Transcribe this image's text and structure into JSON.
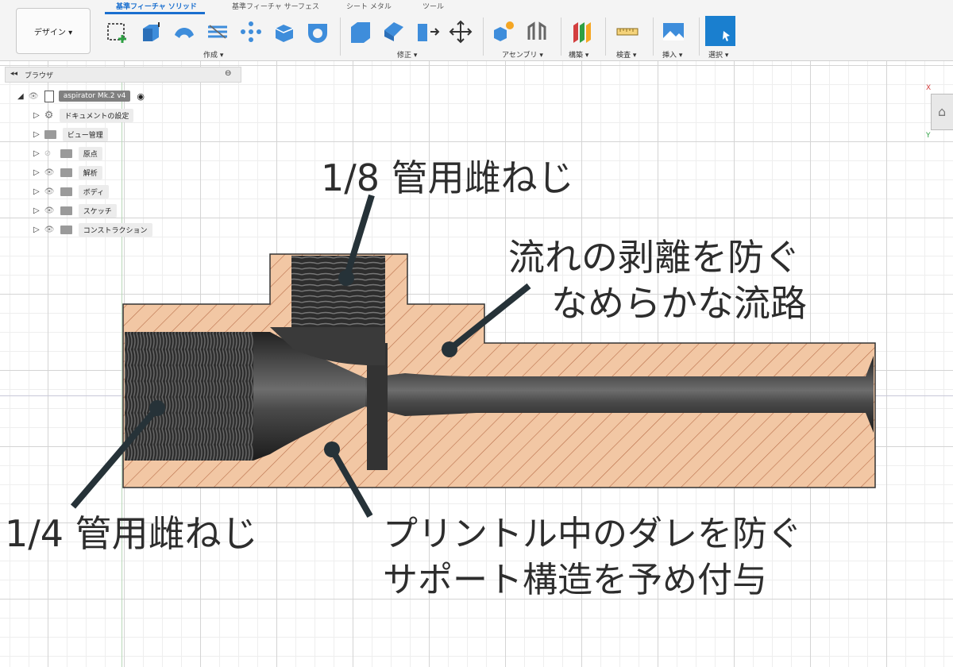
{
  "toolbar": {
    "workspace_label": "デザイン ▾",
    "tabs": [
      "基準フィーチャ ソリッド",
      "基準フィーチャ サーフェス",
      "シート メタル",
      "ツール"
    ],
    "groups": [
      "作成 ▾",
      "修正 ▾",
      "アセンブリ ▾",
      "構築 ▾",
      "検査 ▾",
      "挿入 ▾",
      "選択 ▾"
    ]
  },
  "browser": {
    "title": "ブラウザ",
    "root": "aspirator Mk.2 v4",
    "items": [
      "ドキュメントの設定",
      "ビュー管理",
      "原点",
      "解析",
      "ボディ",
      "スケッチ",
      "コンストラクション"
    ]
  },
  "annotations": {
    "top_thread": "1/8 管用雌ねじ",
    "flow_line1": "流れの剥離を防ぐ",
    "flow_line2": "なめらかな流路",
    "left_thread": "1/4 管用雌ねじ",
    "support_line1": "プリントル中のダレを防ぐ",
    "support_line2": "サポート構造を予め付与"
  },
  "viewcube": {
    "x_label": "X",
    "y_label": "Y"
  },
  "colors": {
    "body": "#f2c7a4",
    "hatch": "#b96f4a",
    "inner": "#3b3b3b",
    "accent": "#1a6fcf",
    "annotation": "#2d2d2d"
  }
}
